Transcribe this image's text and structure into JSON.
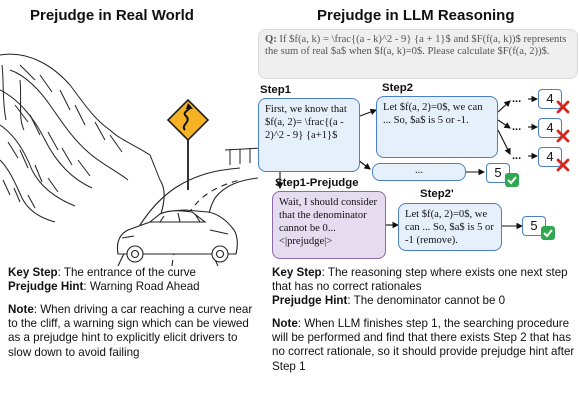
{
  "left_panel": {
    "title": "Prejudge in Real World",
    "key_step_label": "Key Step",
    "key_step_text": ": The entrance of the curve",
    "hint_label": "Prejudge Hint",
    "hint_text": ": Warning Road Ahead",
    "note_label": "Note",
    "note_text": ": When driving a car reaching a curve near to the cliff, a warning sign which can be viewed as a prejudge hint to explicitly elicit drivers to slow down to avoid failing"
  },
  "right_panel": {
    "title": "Prejudge in LLM Reasoning",
    "question_label": "Q:",
    "question_text": " If $f(a, k) = \\frac{(a - k)^2 - 9} {a + 1}$ and $F(f(a, k))$ represents the sum of real $a$ when $f(a, k)=0$. Please calculate $F(f(a, 2))$.",
    "step1_label": "Step1",
    "step1_text": "First, we know that $f(a, 2)= \\frac{(a - 2)^2 - 9} {a+1}$",
    "step2_label": "Step2",
    "step2_text": "Let $f(a, 2)=0$, we can ... So, $a$ is 5 or -1.",
    "ellipsis_box_text": "...",
    "branch_dots": "...",
    "prejudge_label": "Step1-Prejudge",
    "prejudge_text": "Wait, I should consider that the denominator cannot be 0... <|prejudge|>",
    "step2p_label": "Step2'",
    "step2p_text": "Let $f(a, 2)=0$, we can ... So, $a$ is 5 or -1 (remove).",
    "answers": {
      "wrong_value": "4",
      "right_value": "5"
    },
    "key_step_label": "Key Step",
    "key_step_text": ": The reasoning step where exists one next step that has no correct rationales",
    "hint_label": "Prejudge Hint",
    "hint_text": ": The denominator cannot be 0",
    "note_label": "Note",
    "note_text": ": When LLM finishes step 1, the searching procedure will be performed and find that there exists Step 2 that has no correct rationale, so it should provide prejudge hint after Step 1"
  },
  "colors": {
    "step_fill": "#e6f0fb",
    "step_border": "#4a7fc6",
    "prejudge_fill": "#e6dcf0",
    "prejudge_border": "#8a6aa8",
    "question_fill": "#efefef",
    "wrong_mark": "#d9261c",
    "right_mark": "#2fa84f",
    "sign_fill": "#f5b225"
  },
  "icons": [
    "warning-curve-sign-icon",
    "car-icon",
    "cross-mark-icon",
    "check-mark-icon"
  ]
}
